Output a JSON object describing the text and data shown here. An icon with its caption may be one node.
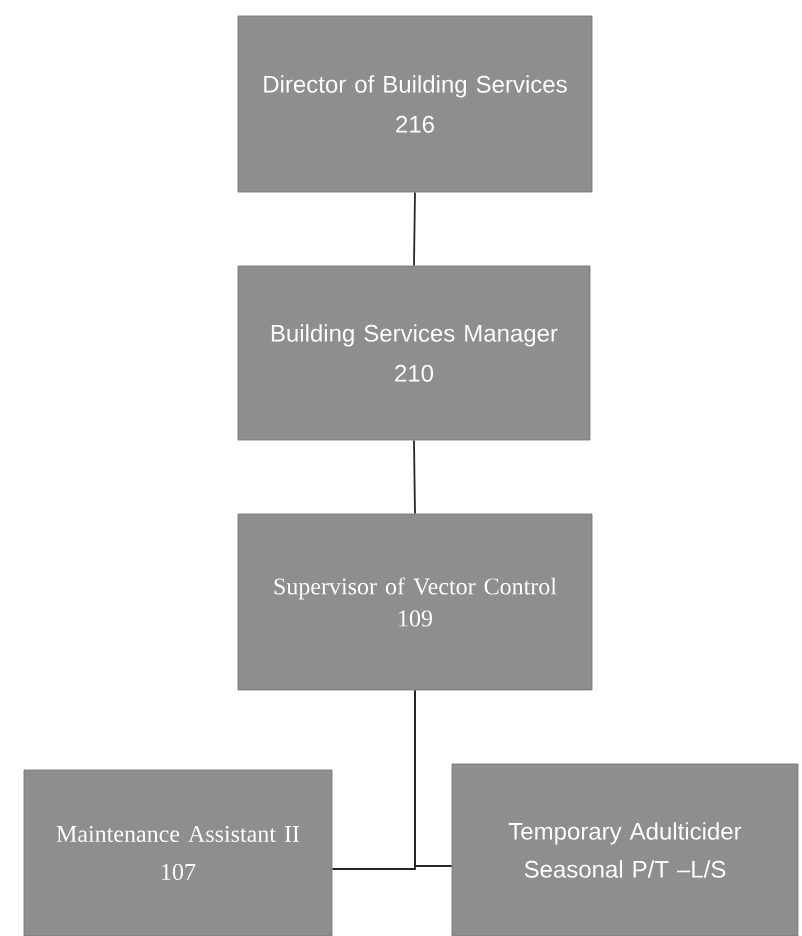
{
  "diagram": {
    "nodes": [
      {
        "text": [
          "Director of Building Services",
          "216"
        ]
      },
      {
        "text": [
          "Building Services Manager",
          "210"
        ]
      },
      {
        "text": [
          "Supervisor of Vector Control",
          "109"
        ]
      },
      {
        "text": [
          "Maintenance Assistant II",
          "107"
        ]
      },
      {
        "text": [
          "Temporary Adulticider",
          "Seasonal P/T –L/S"
        ]
      }
    ],
    "edges": [
      {
        "from": 0,
        "to": 1,
        "arrow": "none"
      },
      {
        "from": 1,
        "to": 2,
        "arrow": "none"
      },
      {
        "from": 2,
        "to": 3,
        "arrow": "none"
      },
      {
        "from": 2,
        "to": 4,
        "arrow": "none"
      }
    ]
  }
}
